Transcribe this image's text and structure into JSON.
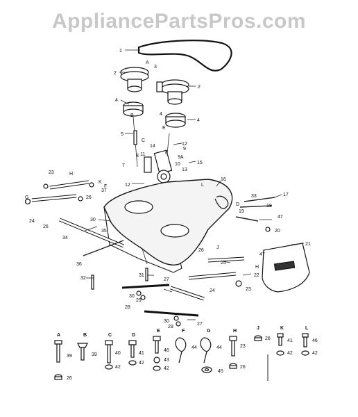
{
  "watermark": "AppliancePartsPros.com",
  "callouts": [
    {
      "id": "c1",
      "text": "1"
    },
    {
      "id": "c2a",
      "text": "2"
    },
    {
      "id": "c2b",
      "text": "2"
    },
    {
      "id": "c3",
      "text": "3"
    },
    {
      "id": "c4a",
      "text": "4"
    },
    {
      "id": "c4b",
      "text": "4"
    },
    {
      "id": "c4c",
      "text": "4"
    },
    {
      "id": "c5",
      "text": "5"
    },
    {
      "id": "c6",
      "text": "6"
    },
    {
      "id": "c7",
      "text": "7"
    },
    {
      "id": "c8",
      "text": "8"
    },
    {
      "id": "c9",
      "text": "9"
    },
    {
      "id": "c9a",
      "text": "9A"
    },
    {
      "id": "c10",
      "text": "10"
    },
    {
      "id": "c11",
      "text": "11"
    },
    {
      "id": "c12a",
      "text": "12"
    },
    {
      "id": "c12b",
      "text": "12"
    },
    {
      "id": "c13",
      "text": "13"
    },
    {
      "id": "c14",
      "text": "14"
    },
    {
      "id": "c15",
      "text": "15"
    },
    {
      "id": "c16",
      "text": "16"
    },
    {
      "id": "c17",
      "text": "17"
    },
    {
      "id": "c18",
      "text": "18"
    },
    {
      "id": "c19",
      "text": "19"
    },
    {
      "id": "c20",
      "text": "20"
    },
    {
      "id": "c21",
      "text": "21"
    },
    {
      "id": "c22",
      "text": "22"
    },
    {
      "id": "c23a",
      "text": "23"
    },
    {
      "id": "c23b",
      "text": "23"
    },
    {
      "id": "c24a",
      "text": "24"
    },
    {
      "id": "c24b",
      "text": "24"
    },
    {
      "id": "c25",
      "text": "25"
    },
    {
      "id": "c26a",
      "text": "26"
    },
    {
      "id": "c26b",
      "text": "26"
    },
    {
      "id": "c26c",
      "text": "26"
    },
    {
      "id": "c27a",
      "text": "27"
    },
    {
      "id": "c27b",
      "text": "27"
    },
    {
      "id": "c28",
      "text": "28"
    },
    {
      "id": "c29a",
      "text": "29"
    },
    {
      "id": "c29b",
      "text": "29"
    },
    {
      "id": "c30a",
      "text": "30"
    },
    {
      "id": "c30b",
      "text": "30"
    },
    {
      "id": "c30c",
      "text": "30"
    },
    {
      "id": "c31",
      "text": "31"
    },
    {
      "id": "c32",
      "text": "32"
    },
    {
      "id": "c33",
      "text": "33"
    },
    {
      "id": "c34",
      "text": "34"
    },
    {
      "id": "c35",
      "text": "35"
    },
    {
      "id": "c36",
      "text": "36"
    },
    {
      "id": "c37",
      "text": "37"
    },
    {
      "id": "c47a",
      "text": "47"
    },
    {
      "id": "c47b",
      "text": "47"
    }
  ],
  "letters": [
    {
      "id": "lA1",
      "text": "A"
    },
    {
      "id": "lB1",
      "text": "B"
    },
    {
      "id": "lC1",
      "text": "C"
    },
    {
      "id": "lD1",
      "text": "D"
    },
    {
      "id": "lE1",
      "text": "E"
    },
    {
      "id": "lF1",
      "text": "F"
    },
    {
      "id": "lG1",
      "text": "G"
    },
    {
      "id": "lH1",
      "text": "H"
    },
    {
      "id": "lH2",
      "text": "H"
    },
    {
      "id": "lJ1",
      "text": "J"
    },
    {
      "id": "lK1",
      "text": "K"
    },
    {
      "id": "lL1",
      "text": "L"
    }
  ],
  "hardware_key": [
    {
      "letter": "A",
      "parts": [
        "39",
        "26"
      ]
    },
    {
      "letter": "B",
      "parts": [
        "39"
      ]
    },
    {
      "letter": "C",
      "parts": [
        "40",
        "42"
      ]
    },
    {
      "letter": "D",
      "parts": [
        "41",
        "42"
      ]
    },
    {
      "letter": "E",
      "parts": [
        "46",
        "43",
        "42"
      ]
    },
    {
      "letter": "F",
      "parts": [
        "44"
      ]
    },
    {
      "letter": "G",
      "parts": [
        "44",
        "45"
      ]
    },
    {
      "letter": "H",
      "parts": [
        "23",
        "26"
      ]
    },
    {
      "letter": "J",
      "parts": [
        "26"
      ]
    },
    {
      "letter": "K",
      "parts": [
        "41",
        "42"
      ]
    },
    {
      "letter": "L",
      "parts": [
        "46",
        "42"
      ]
    }
  ]
}
